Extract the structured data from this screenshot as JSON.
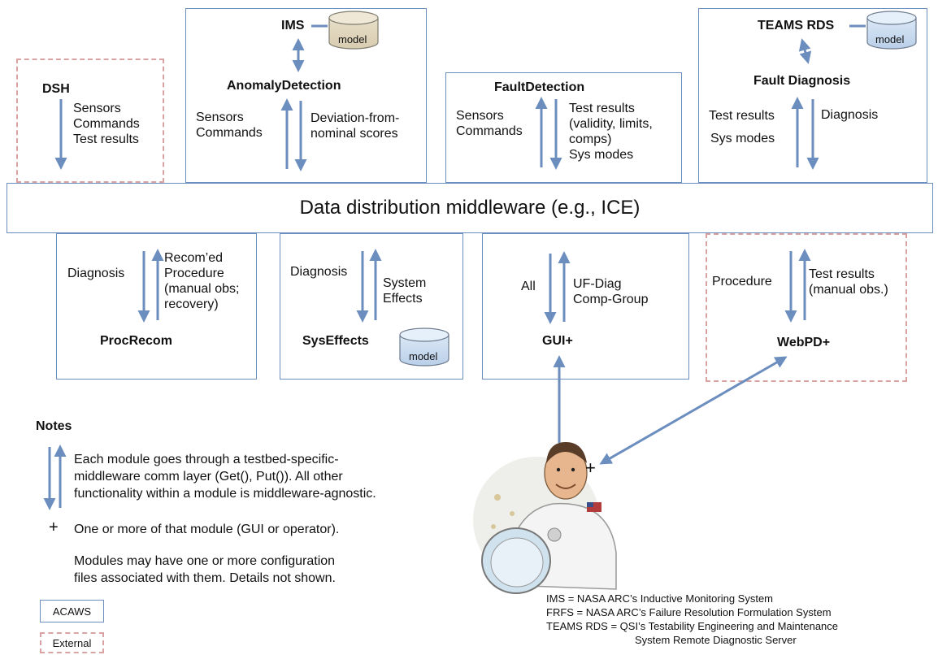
{
  "middleware": "Data distribution middleware (e.g., ICE)",
  "model_label": "model",
  "modules": {
    "dsh": {
      "title": "DSH",
      "left": "Sensors\nCommands\nTest results"
    },
    "anomaly": {
      "ims": "IMS",
      "title": "AnomalyDetection",
      "left": "Sensors\nCommands",
      "right": "Deviation-from-\nnominal scores"
    },
    "fault_detection": {
      "title": "FaultDetection",
      "left": "Sensors\nCommands",
      "right": "Test results\n(validity, limits,\ncomps)\nSys modes"
    },
    "fault_diagnosis": {
      "teams": "TEAMS RDS",
      "title": "Fault Diagnosis",
      "left1": "Test results",
      "left2": "Sys modes",
      "right": "Diagnosis"
    },
    "proc_recom": {
      "title": "ProcRecom",
      "left": "Diagnosis",
      "right": "Recom’ed\nProcedure\n(manual obs;\nrecovery)"
    },
    "sys_effects": {
      "title": "SysEffects",
      "left": "Diagnosis",
      "right": "System\nEffects"
    },
    "gui": {
      "title": "GUI+",
      "left": "All",
      "right": "UF-Diag\nComp-Group"
    },
    "webpd": {
      "title": "WebPD+",
      "left": "Procedure",
      "right": "Test results\n(manual obs.)"
    }
  },
  "notes": {
    "heading": "Notes",
    "arrow_note": "Each module goes through a testbed-specific-\nmiddleware comm layer (Get(), Put()). All other\nfunctionality within a module is middleware-agnostic.",
    "plus_symbol": "+",
    "plus_note": "One or more of that module (GUI or operator).",
    "config_note": "Modules may have one or more configuration\nfiles associated with them. Details not shown."
  },
  "legend": {
    "acaws": "ACAWS",
    "external": "External"
  },
  "operator_plus": "+",
  "footnotes": [
    "IMS = NASA ARC’s Inductive Monitoring System",
    "FRFS = NASA ARC’s Failure Resolution Formulation System",
    "TEAMS RDS = QSI’s Testability Engineering and Maintenance",
    "System Remote Diagnostic Server"
  ]
}
